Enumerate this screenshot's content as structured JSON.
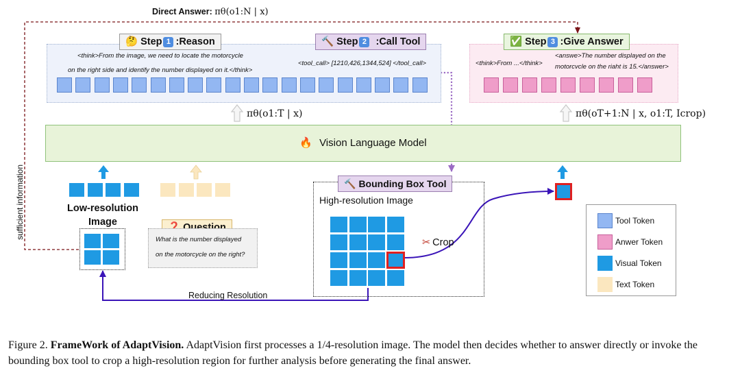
{
  "direct_answer": {
    "label": "Direct Answer:",
    "formula": "πθ(o1:N | x)"
  },
  "side_label": "sufficient information",
  "step1": {
    "emoji": "🤔",
    "word": "Step",
    "number": "1",
    "text": ":Reason"
  },
  "step2": {
    "emoji": "🔨",
    "word": "Step",
    "number": "2",
    "text": ":Call Tool"
  },
  "step3": {
    "emoji": "✅",
    "word": "Step",
    "number": "3",
    "text": ":Give Answer"
  },
  "think_line1": "<think>From the image, we need to locate the motorcycle",
  "think_line2": "on the right side and identify the number displayed on it.</think>",
  "tool_call": "<tool_call> [1210,426,1344,524] </tool_call>",
  "answer_think": "<think>From ...</think>",
  "answer_line1": "<answe>The number displayed on the",
  "answer_line2": "motorcvcle on the riaht is 15.</answer>",
  "formula_reason": "πθ(o1:T | x)",
  "formula_answer": "πθ(oT+1:N | x, o1:T, Icrop)",
  "vlm": {
    "emoji": "🔥",
    "label": "Vision Language Model"
  },
  "low_res_label_1": "Low-resolution",
  "low_res_label_2": "Image",
  "question": {
    "emoji": "❓",
    "label": "Question",
    "line1": "What is the number displayed",
    "line2": "on the motorcycle on the right?"
  },
  "bbox_tool": {
    "emoji": "🔨",
    "label": "Bounding Box Tool"
  },
  "high_res_label": "High-resolution Image",
  "crop": {
    "emoji": "✂",
    "label": "Crop"
  },
  "reducing_resolution": "Reducing Resolution",
  "legend": [
    {
      "label": "Tool Token",
      "color": "#93b7f2"
    },
    {
      "label": "Anwer Token",
      "color": "#ef9dc9"
    },
    {
      "label": "Visual Token",
      "color": "#1f9ae3"
    },
    {
      "label": "Text Token",
      "color": "#fbe7bf"
    }
  ],
  "caption": {
    "figure": "Figure 2.",
    "title": "FrameWork of AdaptVision.",
    "text": "AdaptVision first processes a 1/4-resolution image. The model then decides whether to answer directly or invoke the bounding box tool to crop a high-resolution region for further analysis before generating the final answer."
  },
  "colors": {
    "tool_token": "#93b7f2",
    "answer_token": "#ef9dc9",
    "visual_token": "#1f9ae3",
    "text_token": "#fbe7bf",
    "vlm_fill": "#e8f3d9",
    "direct_answer_arrow": "#7a1418",
    "crop_arrow": "#3a14b8",
    "call_tool_arrow": "#9b6bc4"
  }
}
